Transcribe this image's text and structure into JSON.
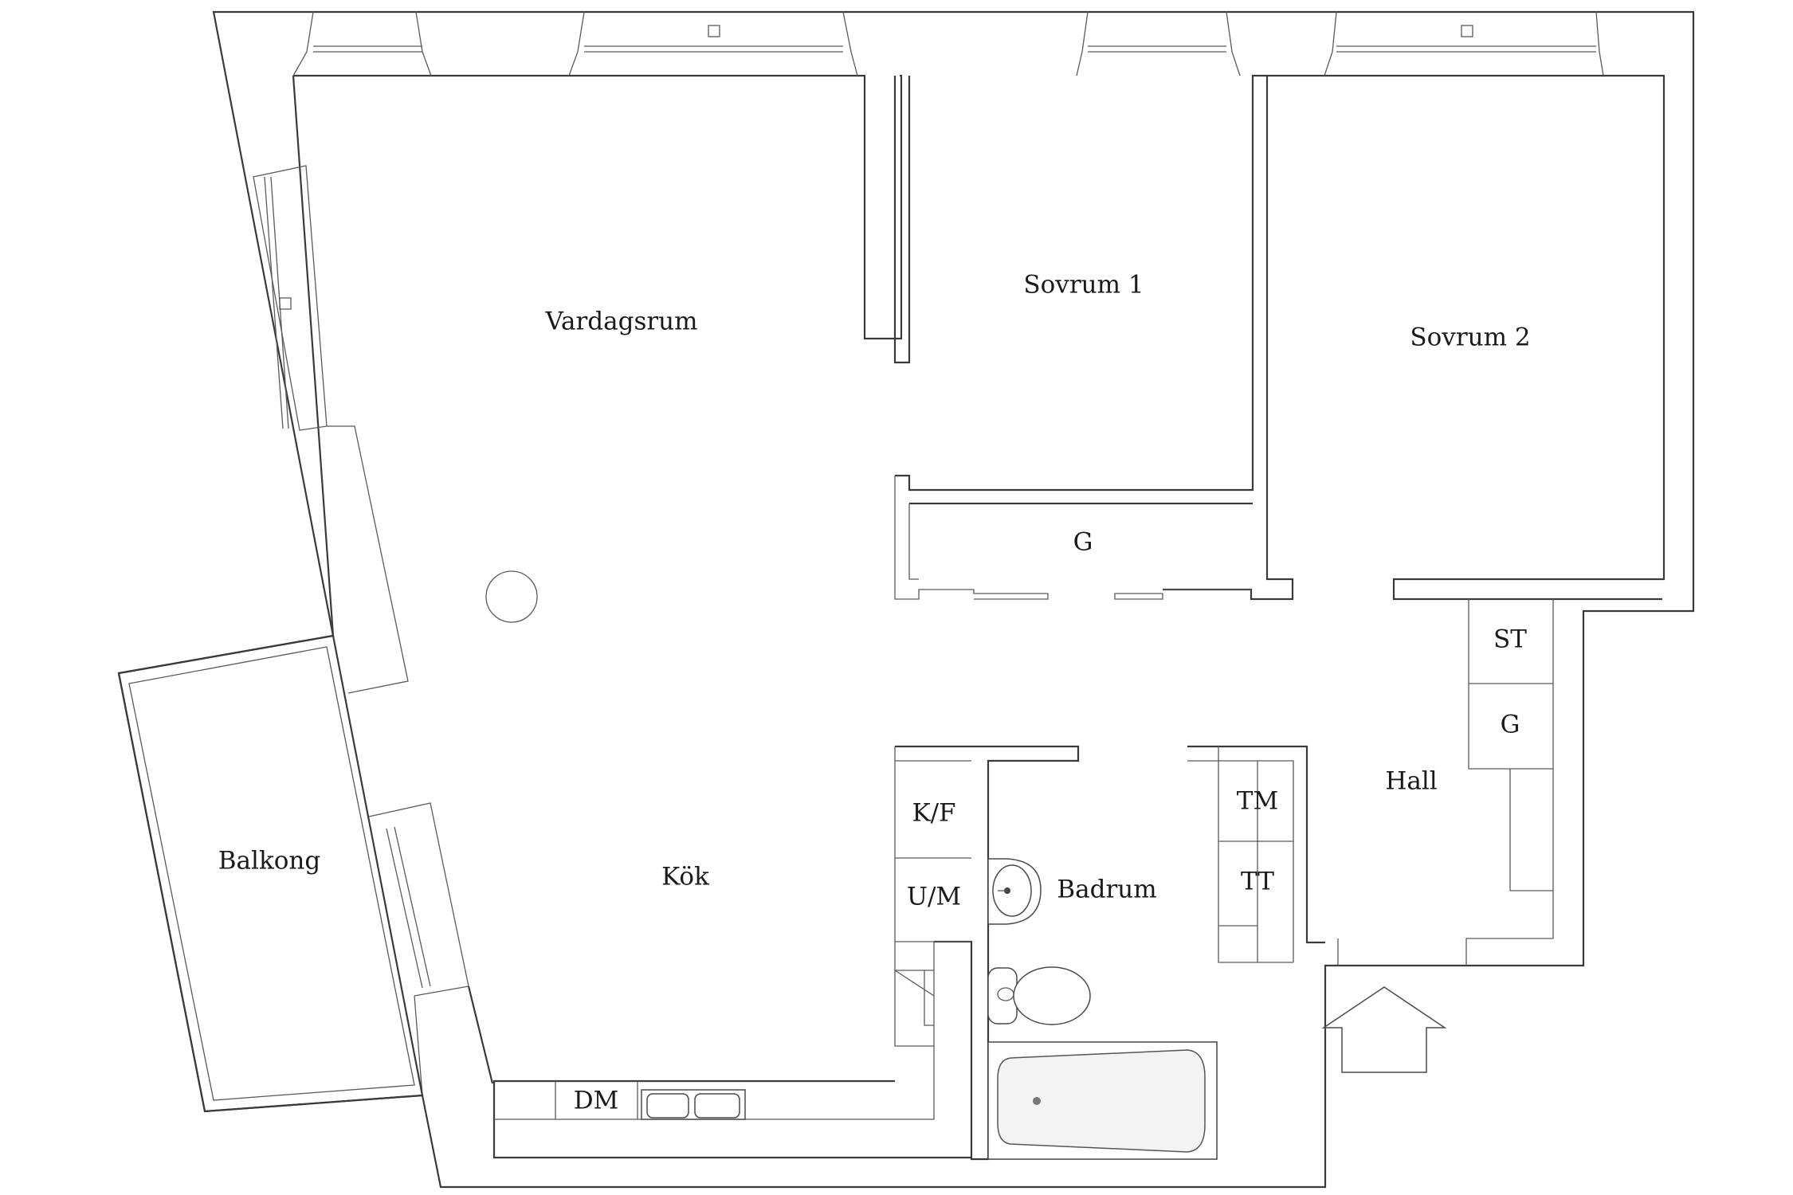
{
  "rooms": {
    "living_room": "Vardagsrum",
    "bedroom_1": "Sovrum 1",
    "bedroom_2": "Sovrum 2",
    "kitchen": "Kök",
    "balcony": "Balkong",
    "bathroom": "Badrum",
    "hall": "Hall"
  },
  "fixtures": {
    "closet_bedroom1": "G",
    "closet_hall": "G",
    "storage_hall": "ST",
    "fridge_freezer": "K/F",
    "oven_microwave": "U/M",
    "dishwasher": "DM",
    "washing_machine": "TM",
    "tumble_dryer": "TT"
  },
  "colors": {
    "wall": "#3a3a3a",
    "background": "#ffffff",
    "text": "#1a1a1a"
  },
  "icons": [
    "entrance-arrow-icon",
    "sink-icon",
    "toilet-icon",
    "bathtub-icon",
    "kitchen-sink-icon",
    "column-icon"
  ]
}
